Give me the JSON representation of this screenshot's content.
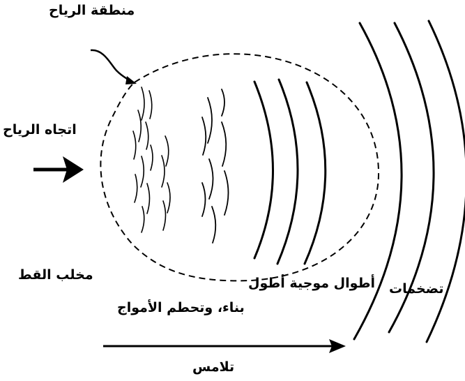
{
  "labels": {
    "wind_zone": "منطقة الرياح",
    "wind_direction": "اتجاه الرياح",
    "fetch": "مخلب القط",
    "longer_wavelengths": "أطوال موجية أطول",
    "swell": "تضخمات",
    "build_and_break": "بناء، وتحطم الأمواج",
    "spread": "تلامس"
  },
  "colors": {
    "ink": "#000000",
    "background": "#ffffff"
  }
}
